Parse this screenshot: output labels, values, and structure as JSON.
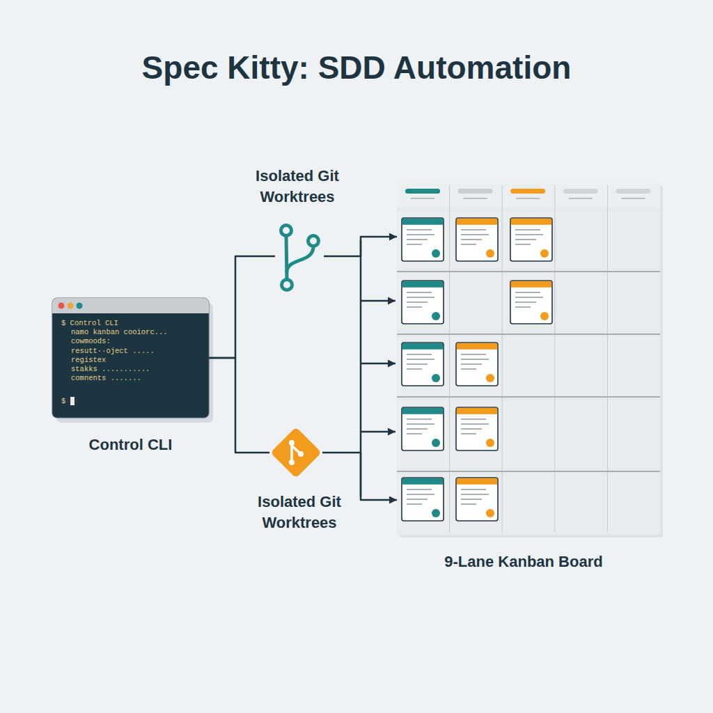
{
  "diagram": {
    "title": "Spec Kitty: SDD Automation",
    "nodes": [
      {
        "text": [
          "$ Control CLI",
          "namo kanban cooiorc...",
          "cowmoods:",
          "resutt··oject .....",
          "registex",
          "stakks ...........",
          "comnents .......",
          "$",
          "Control CLI"
        ]
      },
      {
        "text": [
          "Isolated Git Worktrees"
        ]
      },
      {
        "text": [
          "Isolated Git Worktrees"
        ]
      },
      {
        "text": [
          "9-Lane Kanban Board"
        ]
      }
    ],
    "edges": [
      {
        "from": 0,
        "to": 1,
        "arrow": "none"
      },
      {
        "from": 0,
        "to": 2,
        "arrow": "none"
      },
      {
        "from": 1,
        "to": 3,
        "arrow": "to"
      },
      {
        "from": 2,
        "to": 3,
        "arrow": "to"
      }
    ]
  }
}
